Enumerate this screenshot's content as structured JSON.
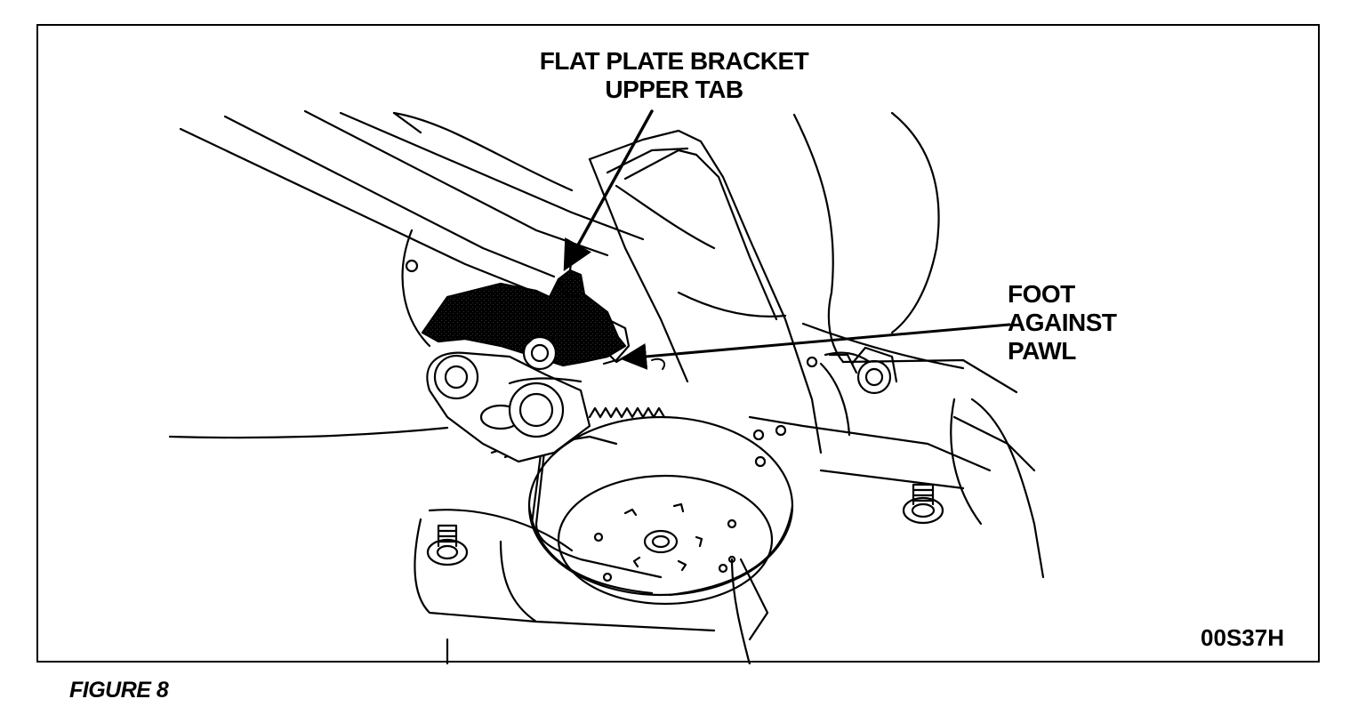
{
  "labels": {
    "bracket_line1": "FLAT PLATE BRACKET",
    "bracket_line2": "UPPER TAB",
    "foot_line1": "FOOT",
    "foot_line2": "AGAINST",
    "foot_line3": "PAWL"
  },
  "figure_code": "00S37H",
  "caption": "FIGURE 8"
}
